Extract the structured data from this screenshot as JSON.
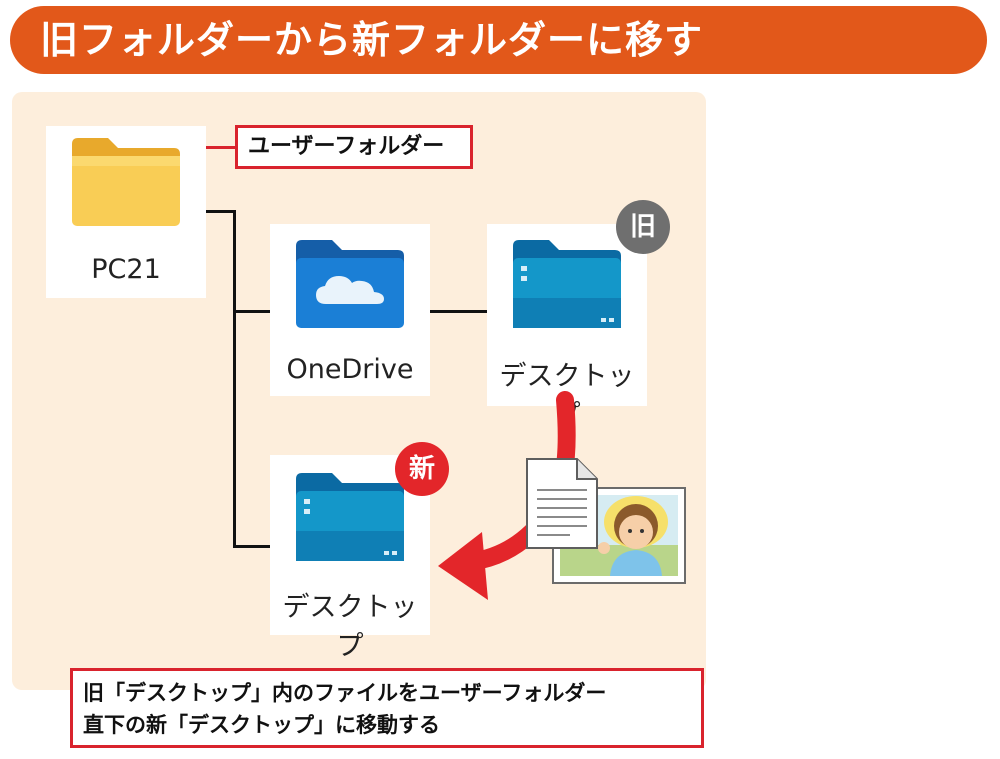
{
  "title": "旧フォルダーから新フォルダーに移す",
  "callouts": {
    "user_folder": "ユーザーフォルダー",
    "note_line1": "旧「デスクトップ」内のファイルをユーザーフォルダー",
    "note_line2": "直下の新「デスクトップ」に移動する"
  },
  "nodes": {
    "pc21": {
      "label": "PC21",
      "icon": "yellow-folder-icon"
    },
    "onedrive": {
      "label": "OneDrive",
      "icon": "onedrive-folder-icon"
    },
    "old_desktop": {
      "label": "デスクトップ",
      "icon": "desktop-folder-icon",
      "badge": "旧"
    },
    "new_desktop": {
      "label": "デスクトップ",
      "icon": "desktop-folder-icon",
      "badge": "新"
    }
  },
  "colors": {
    "title_bg": "#e2581a",
    "panel_bg": "#fdeedc",
    "callout_border": "#d9232d",
    "arrow": "#e3262a",
    "badge_old": "#6f6f6f",
    "badge_new": "#e3262a",
    "folder_blue": "#1a76c9",
    "folder_yellow": "#f7c948"
  },
  "decorations": [
    "document-icon",
    "photo-icon"
  ]
}
